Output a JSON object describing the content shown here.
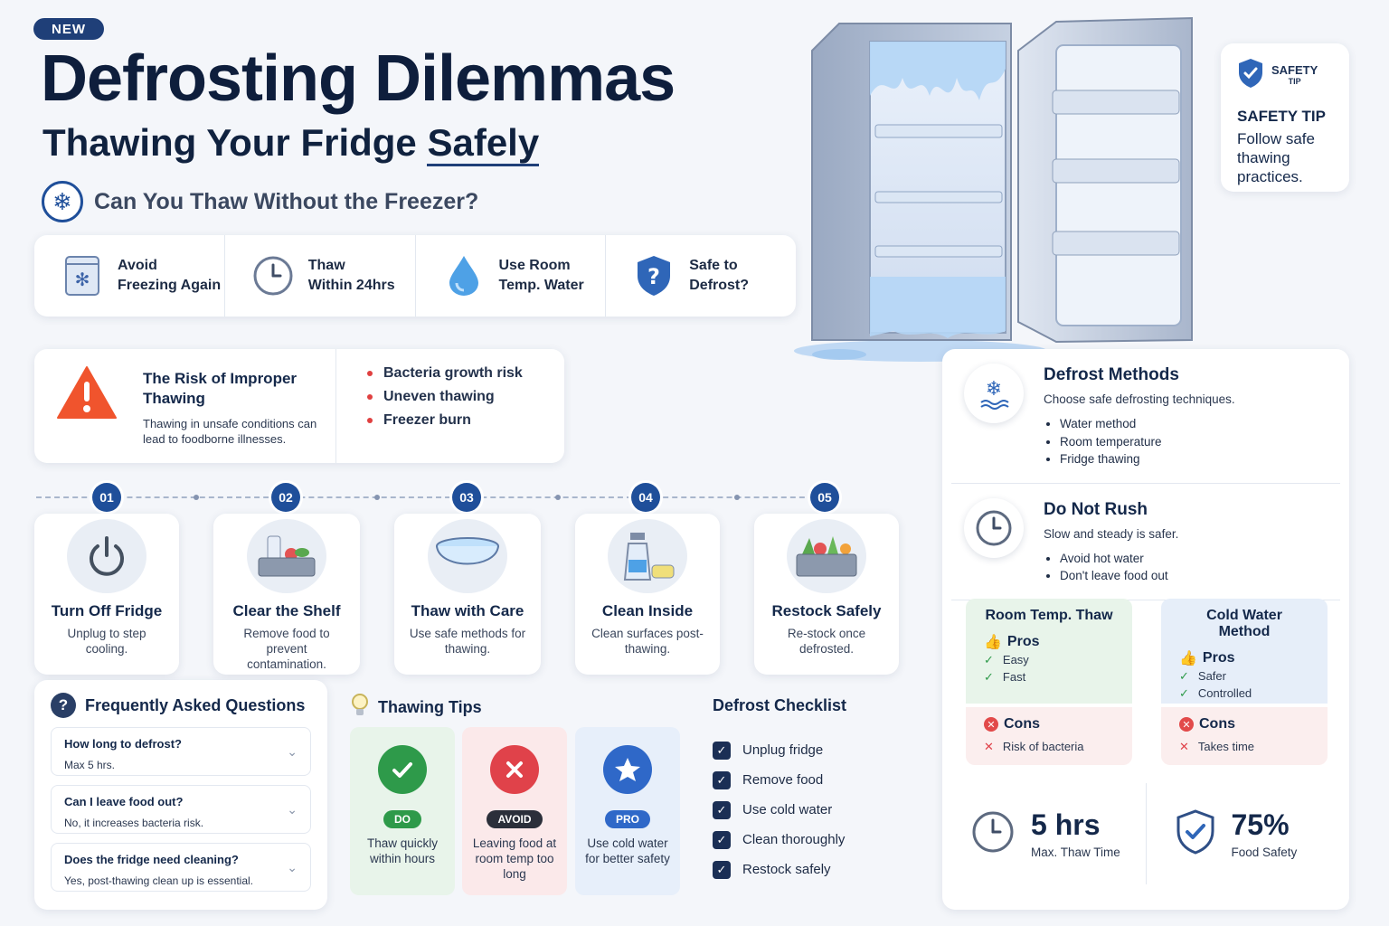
{
  "header": {
    "badge": "NEW",
    "title": "Defrosting Dilemmas",
    "subtitle_a": "Thawing Your Fridge ",
    "subtitle_b": "Safely",
    "question": "Can You Thaw Without the Freezer?"
  },
  "facts": [
    {
      "label": "Avoid\nFreezing Again",
      "icon": "freezer-icon"
    },
    {
      "label": "Thaw\nWithin 24hrs",
      "icon": "clock-icon"
    },
    {
      "label": "Use Room\nTemp. Water",
      "icon": "water-drop-icon"
    },
    {
      "label": "Safe to\nDefrost?",
      "icon": "shield-question-icon"
    }
  ],
  "safety_tip": {
    "badge_line1": "SAFETY",
    "badge_line2": "TIP",
    "title": "SAFETY TIP",
    "body": "Follow safe thawing practices."
  },
  "risk": {
    "title": "The Risk of Improper Thawing",
    "desc": "Thawing in unsafe conditions can lead to foodborne illnesses.",
    "items": [
      "Bacteria growth risk",
      "Uneven thawing",
      "Freezer burn"
    ]
  },
  "steps": [
    {
      "num": "01",
      "title": "Turn Off Fridge",
      "desc": "Unplug to step cooling.",
      "icon": "power-icon"
    },
    {
      "num": "02",
      "title": "Clear the Shelf",
      "desc": "Remove food to prevent contamination.",
      "icon": "food-tray-icon"
    },
    {
      "num": "03",
      "title": "Thaw with Care",
      "desc": "Use safe methods for thawing.",
      "icon": "water-bowl-icon"
    },
    {
      "num": "04",
      "title": "Clean Inside",
      "desc": "Clean surfaces post-thawing.",
      "icon": "spray-bottle-icon"
    },
    {
      "num": "05",
      "title": "Restock Safely",
      "desc": "Re-stock once defrosted.",
      "icon": "vegetable-tray-icon"
    }
  ],
  "faq": {
    "title": "Frequently Asked Questions",
    "items": [
      {
        "q": "How long to defrost?",
        "a": "Max 5 hrs."
      },
      {
        "q": "Can I leave food out?",
        "a": "No, it increases bacteria risk."
      },
      {
        "q": "Does the fridge need cleaning?",
        "a": "Yes, post-thawing clean up is essential."
      }
    ]
  },
  "tips": {
    "title": "Thawing Tips",
    "cards": [
      {
        "tag": "DO",
        "text": "Thaw quickly within hours",
        "color": "#2e9a4a",
        "bg": "#e8f4ea"
      },
      {
        "tag": "AVOID",
        "text": "Leaving food at room temp too long",
        "color": "#e0424a",
        "bg": "#fbe9ea"
      },
      {
        "tag": "PRO",
        "text": "Use cold water for better safety",
        "color": "#2f68c8",
        "bg": "#e7effa"
      }
    ]
  },
  "checklist": {
    "title": "Defrost Checklist",
    "items": [
      "Unplug fridge",
      "Remove food",
      "Use cold water",
      "Clean thoroughly",
      "Restock safely"
    ]
  },
  "methods": [
    {
      "title": "Defrost Methods",
      "desc": "Choose safe defrosting techniques.",
      "items": [
        "Water method",
        "Room temperature",
        "Fridge thawing"
      ],
      "icon": "snow-water-icon"
    },
    {
      "title": "Do Not Rush",
      "desc": "Slow and steady is safer.",
      "items": [
        "Avoid hot water",
        "Don't leave food out"
      ],
      "icon": "clock-icon"
    }
  ],
  "compare": [
    {
      "title": "Room Temp. Thaw",
      "pros_label": "Pros",
      "pros": [
        "Easy",
        "Fast"
      ],
      "cons_label": "Cons",
      "cons": [
        "Risk of bacteria"
      ],
      "head_bg": "#e8f4ea"
    },
    {
      "title": "Cold Water Method",
      "pros_label": "Pros",
      "pros": [
        "Safer",
        "Controlled"
      ],
      "cons_label": "Cons",
      "cons": [
        "Takes time"
      ],
      "head_bg": "#e6eef9"
    }
  ],
  "stats": [
    {
      "value": "5 hrs",
      "label": "Max. Thaw Time",
      "icon": "clock-icon"
    },
    {
      "value": "75%",
      "label": "Food Safety",
      "icon": "shield-check-icon"
    }
  ]
}
